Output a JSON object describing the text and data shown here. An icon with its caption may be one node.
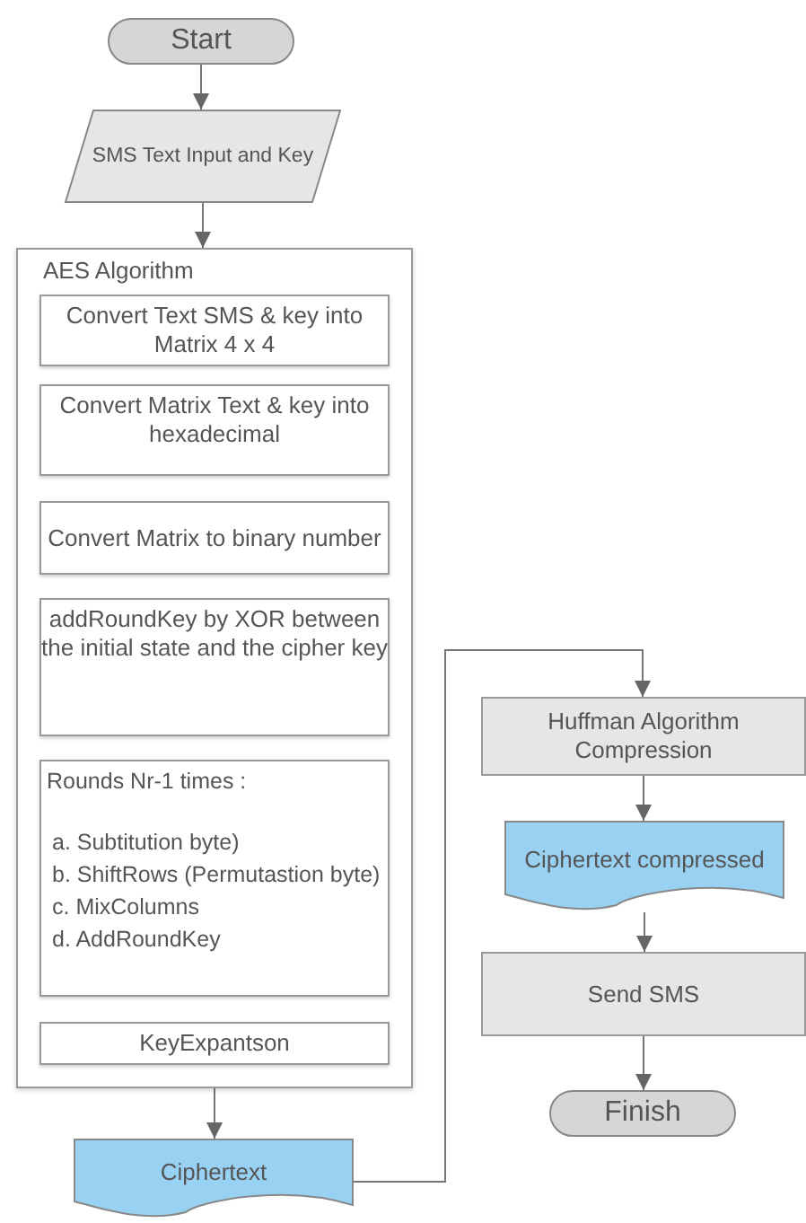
{
  "diagram": {
    "nodes": [
      {
        "text": [
          "Start"
        ]
      },
      {
        "text": [
          "SMS Text Input and Key"
        ]
      },
      {
        "text": [
          "AES Algorithm"
        ]
      },
      {
        "text": [
          "Convert Text  SMS & key into Matrix 4 x 4"
        ],
        "in": 2
      },
      {
        "text": [
          "Convert Matrix  Text & key into hexadecimal"
        ],
        "in": 2
      },
      {
        "text": [
          "Convert Matrix to binary number"
        ],
        "in": 2
      },
      {
        "text": [
          "addRoundKey by XOR between the initial state and the cipher key"
        ],
        "in": 2
      },
      {
        "text": [
          "Rounds Nr-1 times :",
          "a. Subtitution byte)",
          "b. ShiftRows (Permutastion byte)",
          "c. MixColumns",
          "d. AddRoundKey"
        ],
        "in": 2
      },
      {
        "text": [
          "KeyExpantson"
        ],
        "in": 2
      },
      {
        "text": [
          "Ciphertext"
        ]
      },
      {
        "text": [
          "Huffman Algorithm Compression"
        ]
      },
      {
        "text": [
          "Ciphertext compressed"
        ]
      },
      {
        "text": [
          "Send SMS"
        ]
      },
      {
        "text": [
          "Finish"
        ]
      }
    ],
    "edges": [
      {
        "from": 0,
        "to": 1,
        "arrow": "to"
      },
      {
        "from": 1,
        "to": 2,
        "arrow": "to"
      },
      {
        "from": 2,
        "to": 9,
        "arrow": "to"
      },
      {
        "from": 9,
        "to": 10,
        "arrow": "to"
      },
      {
        "from": 10,
        "to": 11,
        "arrow": "to"
      },
      {
        "from": 11,
        "to": 12,
        "arrow": "to"
      },
      {
        "from": 12,
        "to": 13,
        "arrow": "to"
      }
    ]
  }
}
